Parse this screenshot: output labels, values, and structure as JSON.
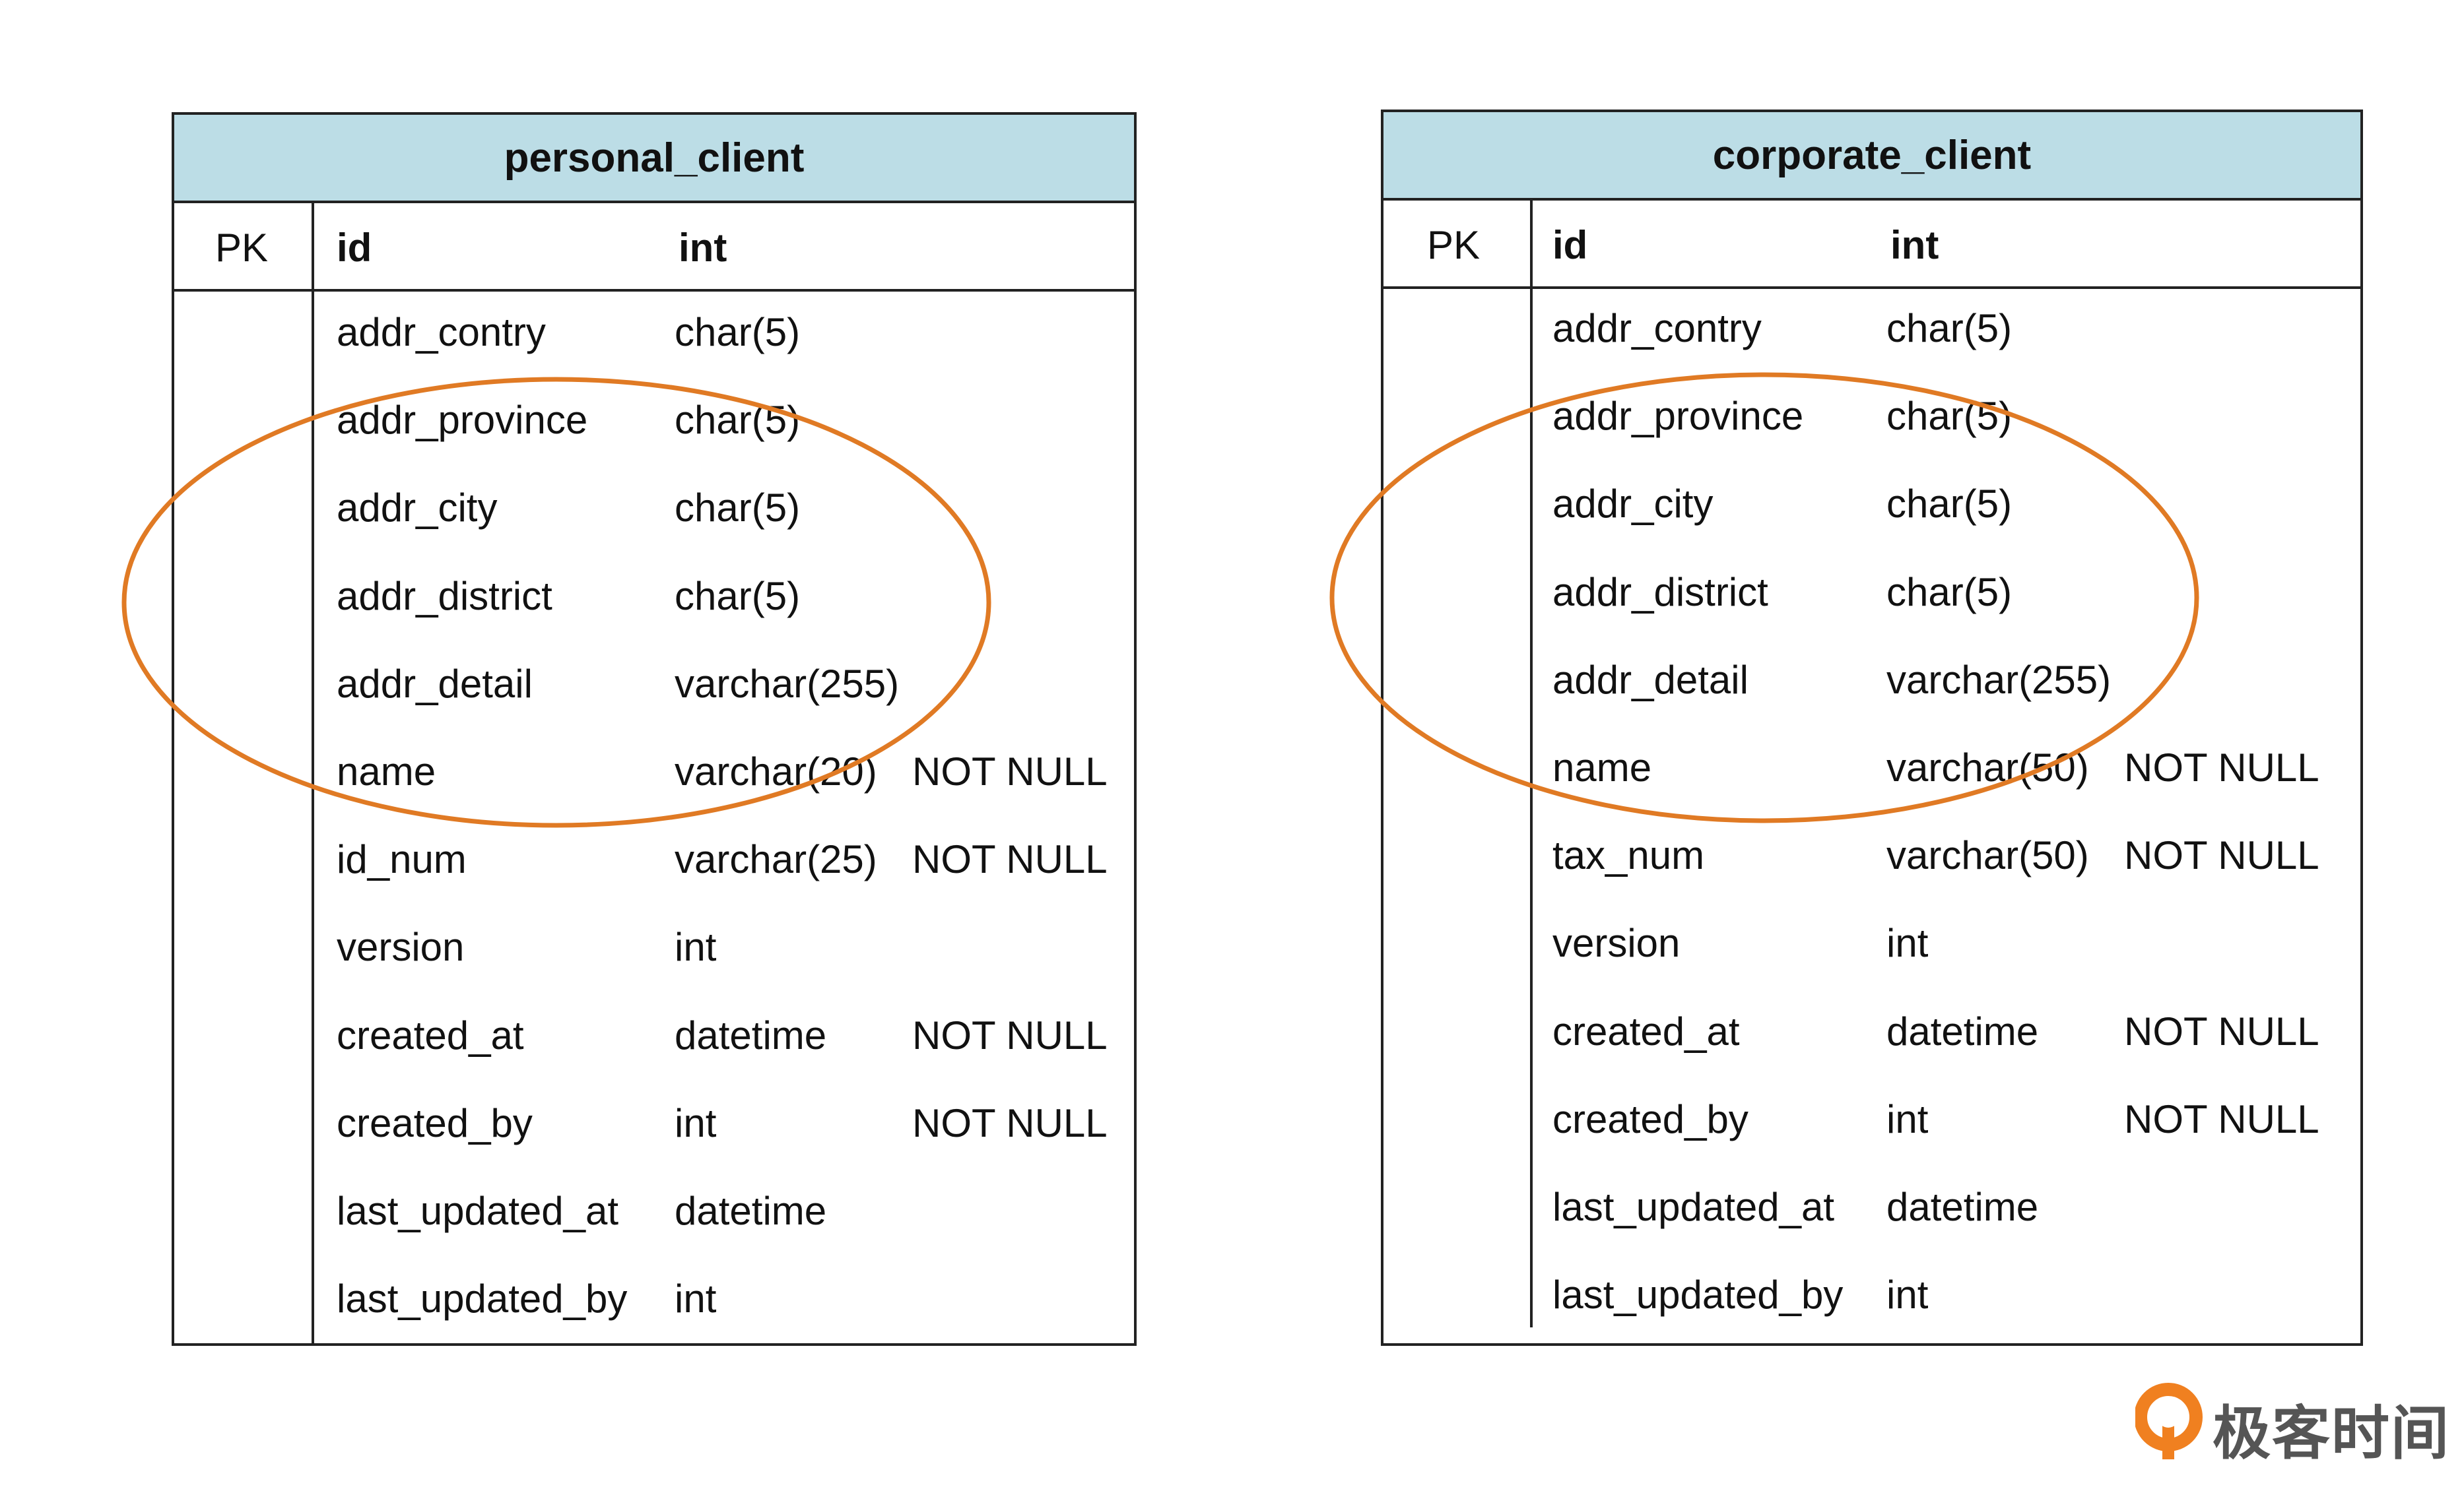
{
  "colors": {
    "header_bg": "#bcdde6",
    "border": "#222222",
    "highlight_ellipse": "#e07a24",
    "logo_mark": "#f08020",
    "logo_text": "#555555"
  },
  "tables": [
    {
      "name": "personal_client",
      "pk_label": "PK",
      "pk_field": "id",
      "pk_type": "int",
      "fields": [
        {
          "name": "addr_contry",
          "type": "char(5)",
          "constraint": ""
        },
        {
          "name": "addr_province",
          "type": "char(5)",
          "constraint": ""
        },
        {
          "name": "addr_city",
          "type": "char(5)",
          "constraint": ""
        },
        {
          "name": "addr_district",
          "type": "char(5)",
          "constraint": ""
        },
        {
          "name": "addr_detail",
          "type": "varchar(255)",
          "constraint": ""
        },
        {
          "name": "name",
          "type": "varchar(20)",
          "constraint": "NOT NULL"
        },
        {
          "name": "id_num",
          "type": "varchar(25)",
          "constraint": "NOT NULL"
        },
        {
          "name": "version",
          "type": "int",
          "constraint": ""
        },
        {
          "name": "created_at",
          "type": "datetime",
          "constraint": "NOT NULL"
        },
        {
          "name": "created_by",
          "type": "int",
          "constraint": "NOT NULL"
        },
        {
          "name": "last_updated_at",
          "type": "datetime",
          "constraint": ""
        },
        {
          "name": "last_updated_by",
          "type": "int",
          "constraint": ""
        }
      ]
    },
    {
      "name": "corporate_client",
      "pk_label": "PK",
      "pk_field": "id",
      "pk_type": "int",
      "fields": [
        {
          "name": "addr_contry",
          "type": "char(5)",
          "constraint": ""
        },
        {
          "name": "addr_province",
          "type": "char(5)",
          "constraint": ""
        },
        {
          "name": "addr_city",
          "type": "char(5)",
          "constraint": ""
        },
        {
          "name": "addr_district",
          "type": "char(5)",
          "constraint": ""
        },
        {
          "name": "addr_detail",
          "type": "varchar(255)",
          "constraint": ""
        },
        {
          "name": "name",
          "type": "varchar(50)",
          "constraint": "NOT NULL"
        },
        {
          "name": "tax_num",
          "type": "varchar(50)",
          "constraint": "NOT NULL"
        },
        {
          "name": "version",
          "type": "int",
          "constraint": ""
        },
        {
          "name": "created_at",
          "type": "datetime",
          "constraint": "NOT NULL"
        },
        {
          "name": "created_by",
          "type": "int",
          "constraint": "NOT NULL"
        },
        {
          "name": "last_updated_at",
          "type": "datetime",
          "constraint": ""
        },
        {
          "name": "last_updated_by",
          "type": "int",
          "constraint": ""
        }
      ]
    }
  ],
  "logo": {
    "text": "极客时间",
    "icon": "geektime-logo-icon"
  }
}
